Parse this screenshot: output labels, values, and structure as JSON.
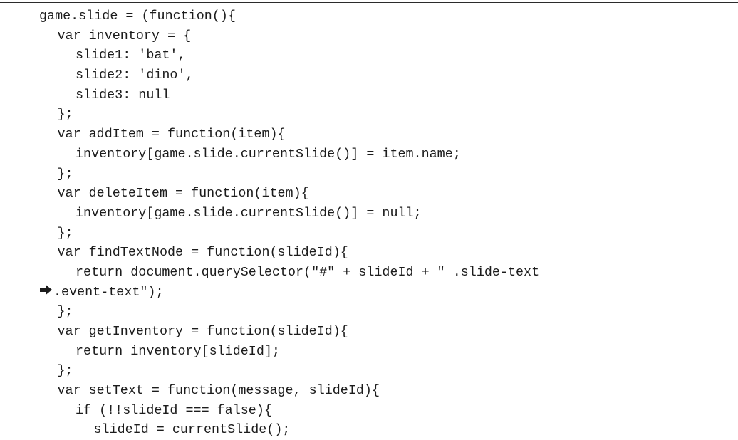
{
  "code": {
    "continuation_icon": "continuation-arrow",
    "lines": [
      {
        "indent": 0,
        "text": "game.slide = (function(){"
      },
      {
        "indent": 1,
        "text": "var inventory = {"
      },
      {
        "indent": 2,
        "text": "slide1: 'bat',"
      },
      {
        "indent": 2,
        "text": "slide2: 'dino',"
      },
      {
        "indent": 2,
        "text": "slide3: null"
      },
      {
        "indent": 1,
        "text": "};"
      },
      {
        "indent": 1,
        "text": "var addItem = function(item){"
      },
      {
        "indent": 2,
        "text": "inventory[game.slide.currentSlide()] = item.name;"
      },
      {
        "indent": 1,
        "text": "};"
      },
      {
        "indent": 1,
        "text": "var deleteItem = function(item){"
      },
      {
        "indent": 2,
        "text": "inventory[game.slide.currentSlide()] = null;"
      },
      {
        "indent": 1,
        "text": "};"
      },
      {
        "indent": 1,
        "text": "var findTextNode = function(slideId){"
      },
      {
        "indent": 2,
        "text": "return document.querySelector(\"#\" + slideId + \" .slide-text"
      },
      {
        "indent": 0,
        "text": ".event-text\");",
        "continuation": true
      },
      {
        "indent": 1,
        "text": "};"
      },
      {
        "indent": 1,
        "text": "var getInventory = function(slideId){"
      },
      {
        "indent": 2,
        "text": "return inventory[slideId];"
      },
      {
        "indent": 1,
        "text": "};"
      },
      {
        "indent": 1,
        "text": "var setText = function(message, slideId){"
      },
      {
        "indent": 2,
        "text": "if (!!slideId === false){"
      },
      {
        "indent": 3,
        "text": "slideId = currentSlide();"
      }
    ]
  }
}
